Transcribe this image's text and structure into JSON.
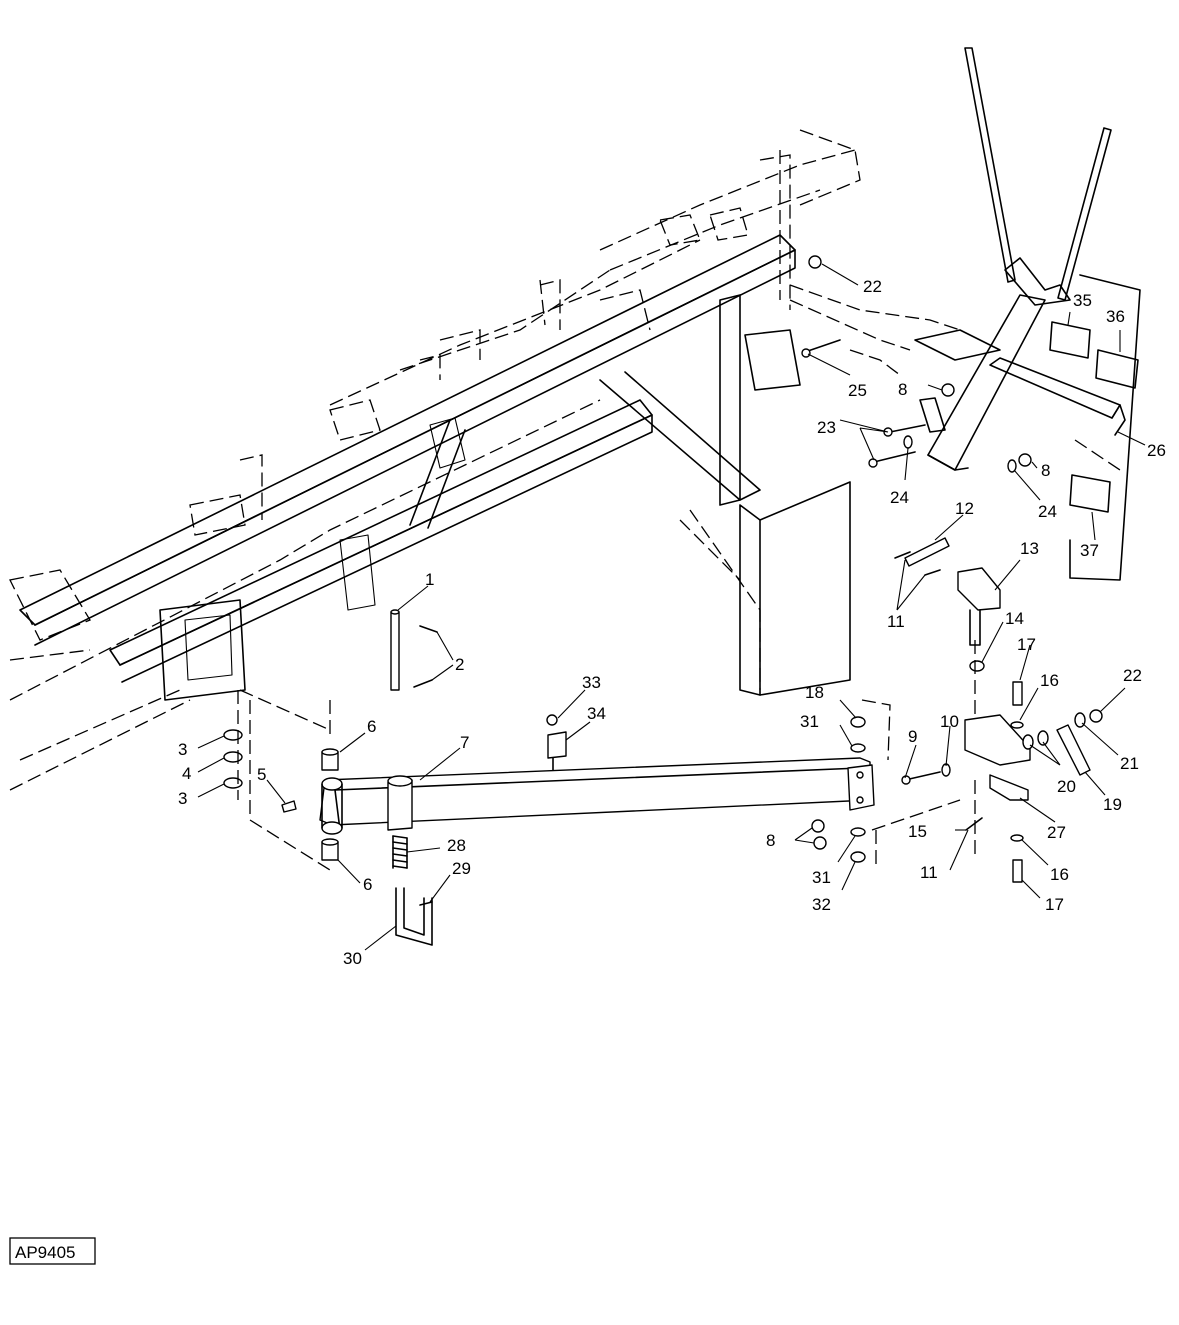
{
  "figure": {
    "code": "AP9405"
  },
  "callouts": [
    {
      "label": "1"
    },
    {
      "label": "2"
    },
    {
      "label": "3"
    },
    {
      "label": "3"
    },
    {
      "label": "4"
    },
    {
      "label": "5"
    },
    {
      "label": "6"
    },
    {
      "label": "6"
    },
    {
      "label": "7"
    },
    {
      "label": "8"
    },
    {
      "label": "8"
    },
    {
      "label": "8"
    },
    {
      "label": "9"
    },
    {
      "label": "10"
    },
    {
      "label": "11"
    },
    {
      "label": "11"
    },
    {
      "label": "12"
    },
    {
      "label": "13"
    },
    {
      "label": "14"
    },
    {
      "label": "15"
    },
    {
      "label": "16"
    },
    {
      "label": "16"
    },
    {
      "label": "17"
    },
    {
      "label": "17"
    },
    {
      "label": "18"
    },
    {
      "label": "19"
    },
    {
      "label": "20"
    },
    {
      "label": "21"
    },
    {
      "label": "22"
    },
    {
      "label": "22"
    },
    {
      "label": "23"
    },
    {
      "label": "24"
    },
    {
      "label": "24"
    },
    {
      "label": "25"
    },
    {
      "label": "26"
    },
    {
      "label": "27"
    },
    {
      "label": "28"
    },
    {
      "label": "29"
    },
    {
      "label": "30"
    },
    {
      "label": "31"
    },
    {
      "label": "31"
    },
    {
      "label": "32"
    },
    {
      "label": "33"
    },
    {
      "label": "34"
    },
    {
      "label": "35"
    },
    {
      "label": "36"
    },
    {
      "label": "37"
    }
  ]
}
